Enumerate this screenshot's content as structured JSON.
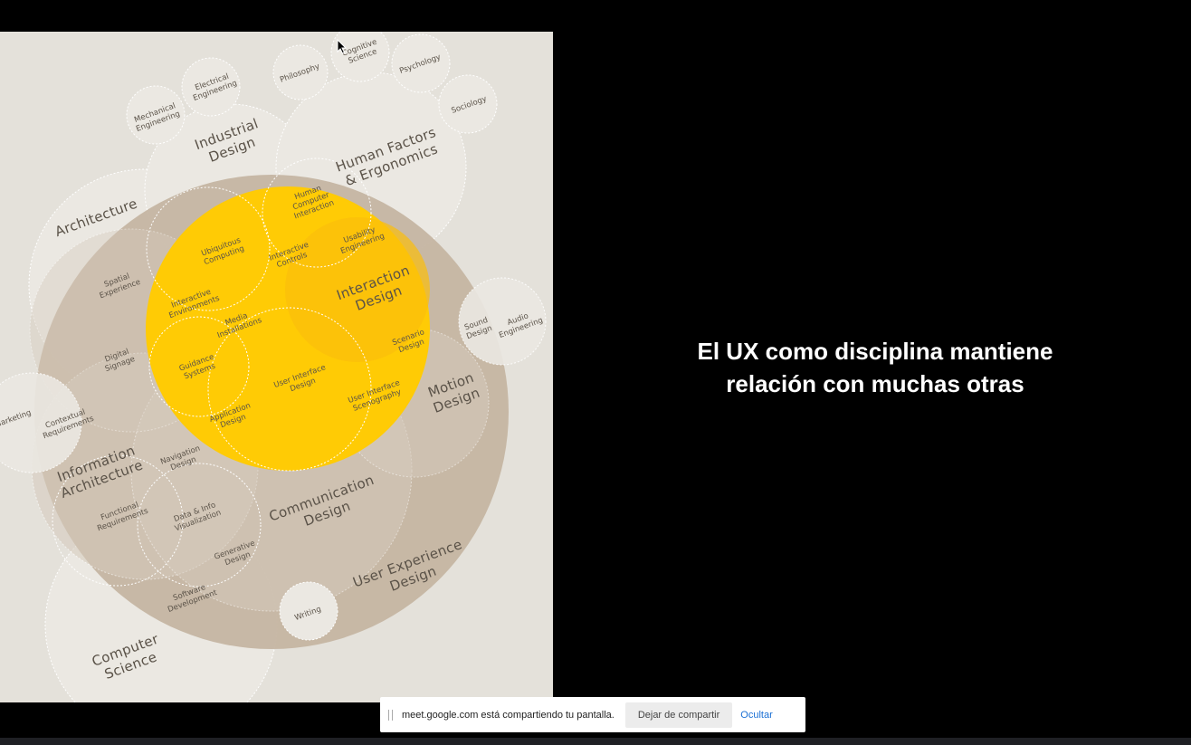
{
  "slide": {
    "caption_line1": "El UX como disciplina mantiene",
    "caption_line2": "relación con muchas otras"
  },
  "diagram": {
    "labels": {
      "ux": [
        "User Experience",
        "Design"
      ],
      "architecture": [
        "Architecture"
      ],
      "industrial_design": [
        "Industrial",
        "Design"
      ],
      "human_factors": [
        "Human Factors",
        "& Ergonomics"
      ],
      "interaction_design": [
        "Interaction",
        "Design"
      ],
      "motion_design": [
        "Motion",
        "Design"
      ],
      "information_architecture": [
        "Information",
        "Architecture"
      ],
      "communication_design": [
        "Communication",
        "Design"
      ],
      "computer_science": [
        "Computer",
        "Science"
      ],
      "mechanical_engineering": [
        "Mechanical",
        "Engineering"
      ],
      "electrical_engineering": [
        "Electrical",
        "Engineering"
      ],
      "philosophy": [
        "Philosophy"
      ],
      "cognitive_science": [
        "Cognitive",
        "Science"
      ],
      "psychology": [
        "Psychology"
      ],
      "sociology": [
        "Sociology"
      ],
      "hci": [
        "Human",
        "Computer",
        "Interaction"
      ],
      "usability_engineering": [
        "Usability",
        "Engineering"
      ],
      "ubiquitous_computing": [
        "Ubiquitous",
        "Computing"
      ],
      "interactive_controls": [
        "Interactive",
        "Controls"
      ],
      "spatial_experience": [
        "Spatial",
        "Experience"
      ],
      "interactive_environments": [
        "Interactive",
        "Environments"
      ],
      "media_installations": [
        "Media",
        "Installations"
      ],
      "digital_signage": [
        "Digital",
        "Signage"
      ],
      "guidance_systems": [
        "Guidance",
        "Systems"
      ],
      "user_interface_design": [
        "User Interface",
        "Design"
      ],
      "scenario_design": [
        "Scenario",
        "Design"
      ],
      "ui_scenography": [
        "User Interface",
        "Scenography"
      ],
      "sound_design": [
        "Sound",
        "Design"
      ],
      "audio_engineering": [
        "Audio",
        "Engineering"
      ],
      "marketing": [
        "Marketing"
      ],
      "contextual_requirements": [
        "Contextual",
        "Requirements"
      ],
      "application_design": [
        "Application",
        "Design"
      ],
      "navigation_design": [
        "Navigation",
        "Design"
      ],
      "functional_requirements": [
        "Functional",
        "Requirements"
      ],
      "data_info_visualization": [
        "Data & Info",
        "Visualization"
      ],
      "generative_design": [
        "Generative",
        "Design"
      ],
      "software_development": [
        "Software",
        "Development"
      ],
      "writing": [
        "Writing"
      ]
    }
  },
  "share_bar": {
    "message": "meet.google.com está compartiendo tu pantalla.",
    "stop_label": "Dejar de compartir",
    "hide_label": "Ocultar"
  },
  "colors": {
    "background": "#000000",
    "diagram_bg": "#e4e1da",
    "ux_circle": "#c5b5a2",
    "core_yellow": "#ffcb05",
    "interaction_orange": "#fbbd0c",
    "link_blue": "#1a6fd4"
  }
}
